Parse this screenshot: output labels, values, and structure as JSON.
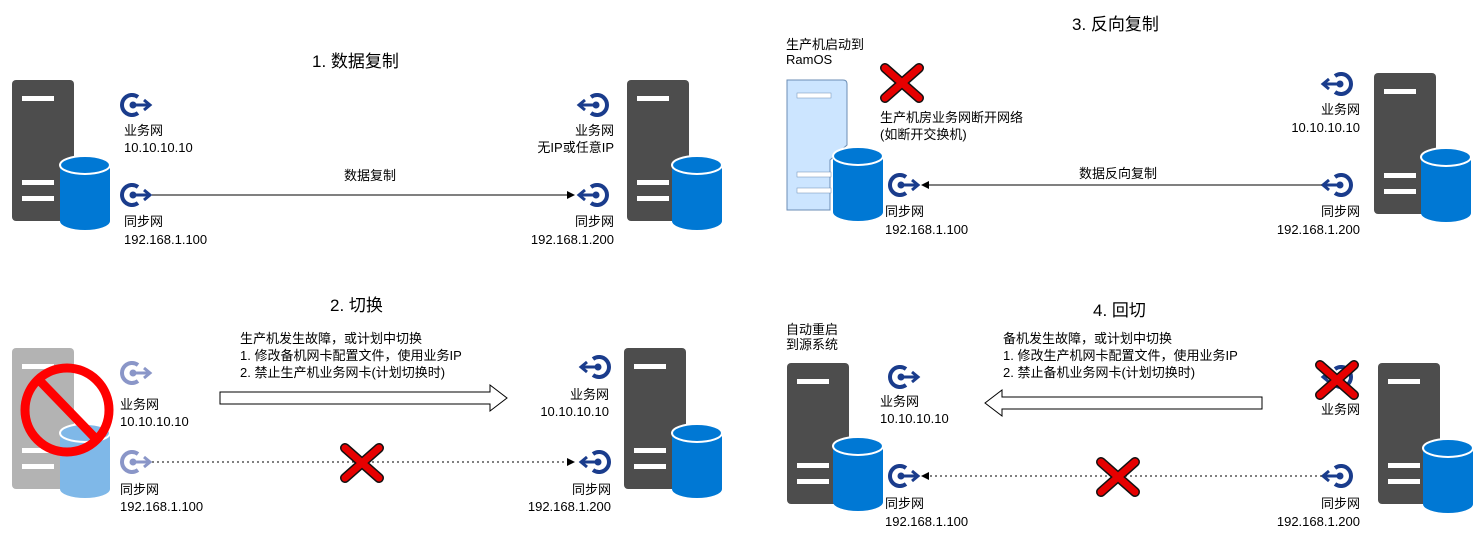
{
  "colors": {
    "server": "#4d4d4d",
    "server_ramos": "#cce5ff",
    "db": "#0078d4",
    "net": "#1a3c8c",
    "net_faded": "#8a96c8",
    "cross": "#e60000",
    "ban": "#ff0000",
    "ghost": "#b3b3b3"
  },
  "panel1": {
    "title": "1. 数据复制",
    "src_biz_label": "业务网",
    "src_biz_ip": "10.10.10.10",
    "src_sync_label": "同步网",
    "src_sync_ip": "192.168.1.100",
    "dst_biz_label": "业务网",
    "dst_biz_ip": "无IP或任意IP",
    "dst_sync_label": "同步网",
    "dst_sync_ip": "192.168.1.200",
    "flow_label": "数据复制"
  },
  "panel2": {
    "title": "2. 切换",
    "note": "生产机发生故障，或计划中切换\n1. 修改备机网卡配置文件，使用业务IP\n2. 禁止生产机业务网卡(计划切换时)",
    "src_biz_label": "业务网",
    "src_biz_ip": "10.10.10.10",
    "src_sync_label": "同步网",
    "src_sync_ip": "192.168.1.100",
    "dst_biz_label": "业务网",
    "dst_biz_ip": "10.10.10.10",
    "dst_sync_label": "同步网",
    "dst_sync_ip": "192.168.1.200"
  },
  "panel3": {
    "title": "3. 反向复制",
    "ramos_label": "生产机启动到\nRamOS",
    "disconnect_note": "生产机房业务网断开网络\n(如断开交换机)",
    "src_sync_label": "同步网",
    "src_sync_ip": "192.168.1.100",
    "dst_biz_label": "业务网",
    "dst_biz_ip": "10.10.10.10",
    "dst_sync_label": "同步网",
    "dst_sync_ip": "192.168.1.200",
    "flow_label": "数据反向复制"
  },
  "panel4": {
    "title": "4. 回切",
    "reboot_label": "自动重启\n到源系统",
    "note": "备机发生故障，或计划中切换\n1. 修改生产机网卡配置文件，使用业务IP\n2. 禁止备机业务网卡(计划切换时)",
    "src_biz_label": "业务网",
    "src_biz_ip": "10.10.10.10",
    "src_sync_label": "同步网",
    "src_sync_ip": "192.168.1.100",
    "dst_biz_label": "业务网",
    "dst_sync_label": "同步网",
    "dst_sync_ip": "192.168.1.200"
  }
}
